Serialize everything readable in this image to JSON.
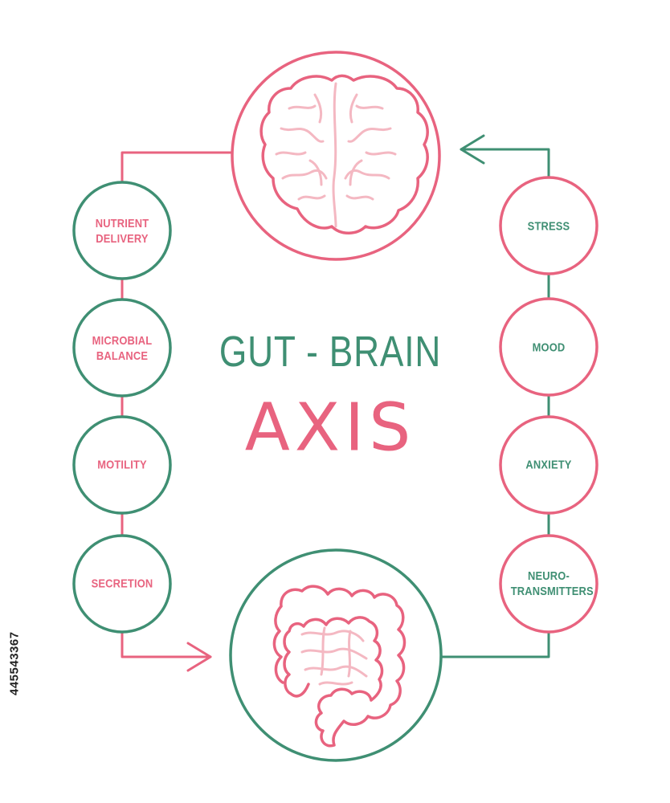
{
  "title": {
    "line1": "GUT - BRAIN",
    "line2": "AXIS"
  },
  "left_nodes": [
    {
      "id": "nutrient-delivery",
      "label": "NUTRIENT\nDELIVERY"
    },
    {
      "id": "microbial-balance",
      "label": "MICROBIAL\nBALANCE"
    },
    {
      "id": "motility",
      "label": "MOTILITY"
    },
    {
      "id": "secretion",
      "label": "SECRETION"
    }
  ],
  "right_nodes": [
    {
      "id": "stress",
      "label": "STRESS"
    },
    {
      "id": "mood",
      "label": "MOOD"
    },
    {
      "id": "anxiety",
      "label": "ANXIETY"
    },
    {
      "id": "neurotransmitters",
      "label": "NEURO-\nTRANSMITTERS"
    }
  ],
  "icons": {
    "top": "brain-icon",
    "bottom": "intestines-icon"
  },
  "watermark_id": "445543367",
  "colors": {
    "pink": "#e8637f",
    "light_pink": "#f4b8c2",
    "green": "#3f8f73",
    "background": "#ffffff"
  }
}
